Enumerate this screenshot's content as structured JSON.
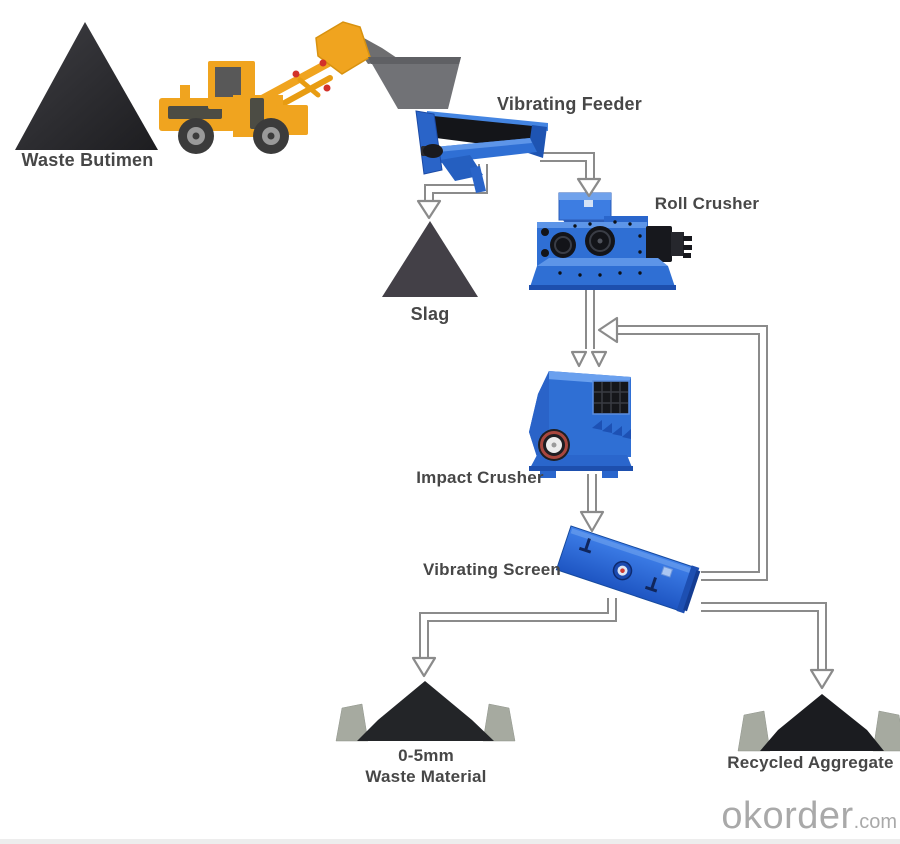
{
  "diagram": {
    "type": "process-flow",
    "subject": "waste-bitumen-recycling-line",
    "nodes": [
      {
        "id": "waste-bitumen",
        "kind": "material-pile",
        "label": "Waste Butimen"
      },
      {
        "id": "wheel-loader",
        "kind": "vehicle-icon",
        "label": ""
      },
      {
        "id": "feed-hopper",
        "kind": "hopper-icon",
        "label": ""
      },
      {
        "id": "vibrating-feeder",
        "kind": "machine",
        "label": "Vibrating Feeder"
      },
      {
        "id": "slag",
        "kind": "material-pile",
        "label": "Slag"
      },
      {
        "id": "roll-crusher",
        "kind": "machine",
        "label": "Roll Crusher"
      },
      {
        "id": "impact-crusher",
        "kind": "machine",
        "label": "Impact Crusher"
      },
      {
        "id": "vibrating-screen",
        "kind": "machine",
        "label": "Vibrating Screen"
      },
      {
        "id": "waste-material",
        "kind": "material-pile",
        "label": "0-5mm Waste Material"
      },
      {
        "id": "recycled-aggregate",
        "kind": "material-pile",
        "label": "Recycled Aggregate"
      }
    ],
    "edges": [
      {
        "from": "waste-bitumen",
        "to": "vibrating-feeder",
        "via": "wheel-loader"
      },
      {
        "from": "vibrating-feeder",
        "to": "slag"
      },
      {
        "from": "vibrating-feeder",
        "to": "roll-crusher"
      },
      {
        "from": "roll-crusher",
        "to": "impact-crusher"
      },
      {
        "from": "impact-crusher",
        "to": "vibrating-screen"
      },
      {
        "from": "vibrating-screen",
        "to": "waste-material"
      },
      {
        "from": "vibrating-screen",
        "to": "recycled-aggregate"
      },
      {
        "from": "vibrating-screen",
        "to": "impact-crusher",
        "note": "oversize recycle loop"
      }
    ],
    "colors": {
      "machine_blue": "#2f6fd4",
      "machine_blue_dark": "#1d4fae",
      "machine_blue_light": "#5d95e8",
      "pile_dark": "#232528",
      "support_gray": "#a6aaa0",
      "hopper_gray": "#717276",
      "loader_yellow": "#f0a41f",
      "loader_accent_red": "#d2322a",
      "arrow_gray": "#8b8b8b",
      "label_text": "#474747",
      "watermark_gray": "#a9a9a9"
    }
  },
  "labels": {
    "waste_bitumen": "Waste Butimen",
    "vibrating_feeder": "Vibrating Feeder",
    "slag": "Slag",
    "roll_crusher": "Roll Crusher",
    "impact_crusher": "Impact Crusher",
    "vibrating_screen": "Vibrating Screen",
    "waste_material_line1": "0-5mm",
    "waste_material_line2": "Waste Material",
    "recycled_aggregate": "Recycled Aggregate"
  },
  "watermark": {
    "brand": "okorder",
    "tld": ".com"
  }
}
